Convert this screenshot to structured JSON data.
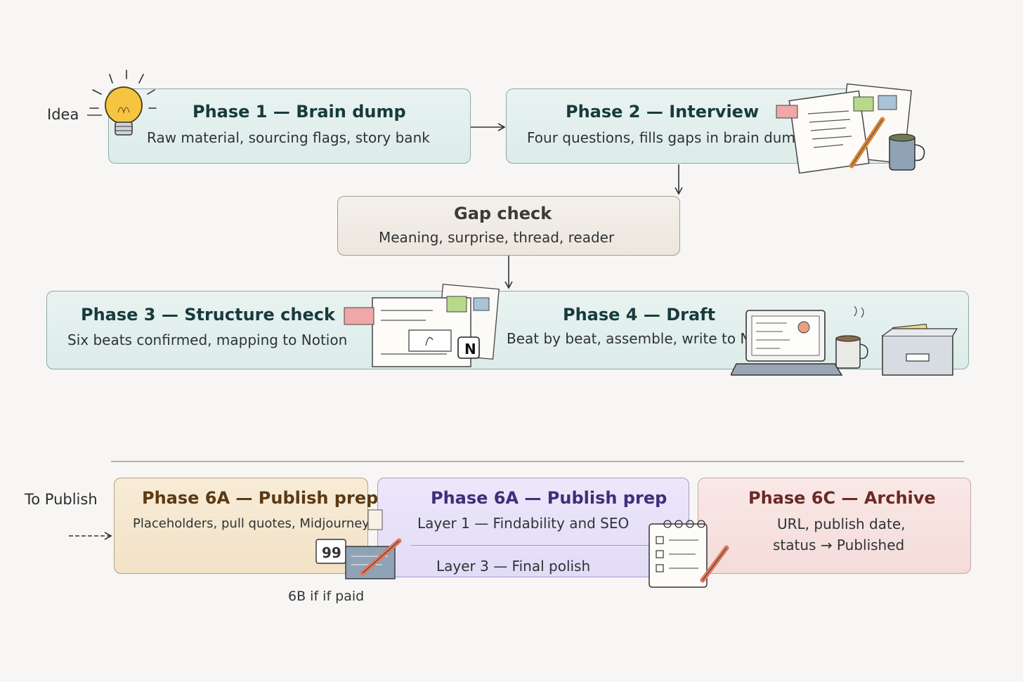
{
  "start_label": "Idea",
  "publish_label": "To Publish",
  "phase1": {
    "title": "Phase 1 — Brain dump",
    "subtitle": "Raw material, sourcing flags, story bank"
  },
  "phase2": {
    "title": "Phase 2 — Interview",
    "subtitle": "Four questions, fills gaps in brain dump"
  },
  "gap_check": {
    "title": "Gap check",
    "subtitle": "Meaning, surprise, thread, reader"
  },
  "phase3": {
    "title": "Phase 3 — Structure check",
    "subtitle": "Six beats confirmed, mapping to Notion"
  },
  "phase4": {
    "title": "Phase 4 — Draft",
    "subtitle": "Beat by beat, assemble, write to Notion"
  },
  "phase6a_left": {
    "title": "Phase 6A — Publish prep",
    "subtitle": "Placeholders, pull quotes, Midjourney"
  },
  "phase6a_mid": {
    "title": "Phase 6A — Publish prep",
    "layer1": "Layer 1 — Findability and SEO",
    "layer3": "Layer 3 — Final polish"
  },
  "phase6c": {
    "title": "Phase 6C — Archive",
    "line1": "URL, publish date,",
    "line2": "status → Published"
  },
  "note_6b": "6B if if paid",
  "notion_glyph": "N",
  "quote_glyph": "99",
  "colors": {
    "mint": "#dcece9",
    "beige": "#ece6de",
    "peach": "#f2e2c6",
    "lavender": "#e2dbf6",
    "rose": "#f4dcd9",
    "bulb": "#f5c542"
  }
}
